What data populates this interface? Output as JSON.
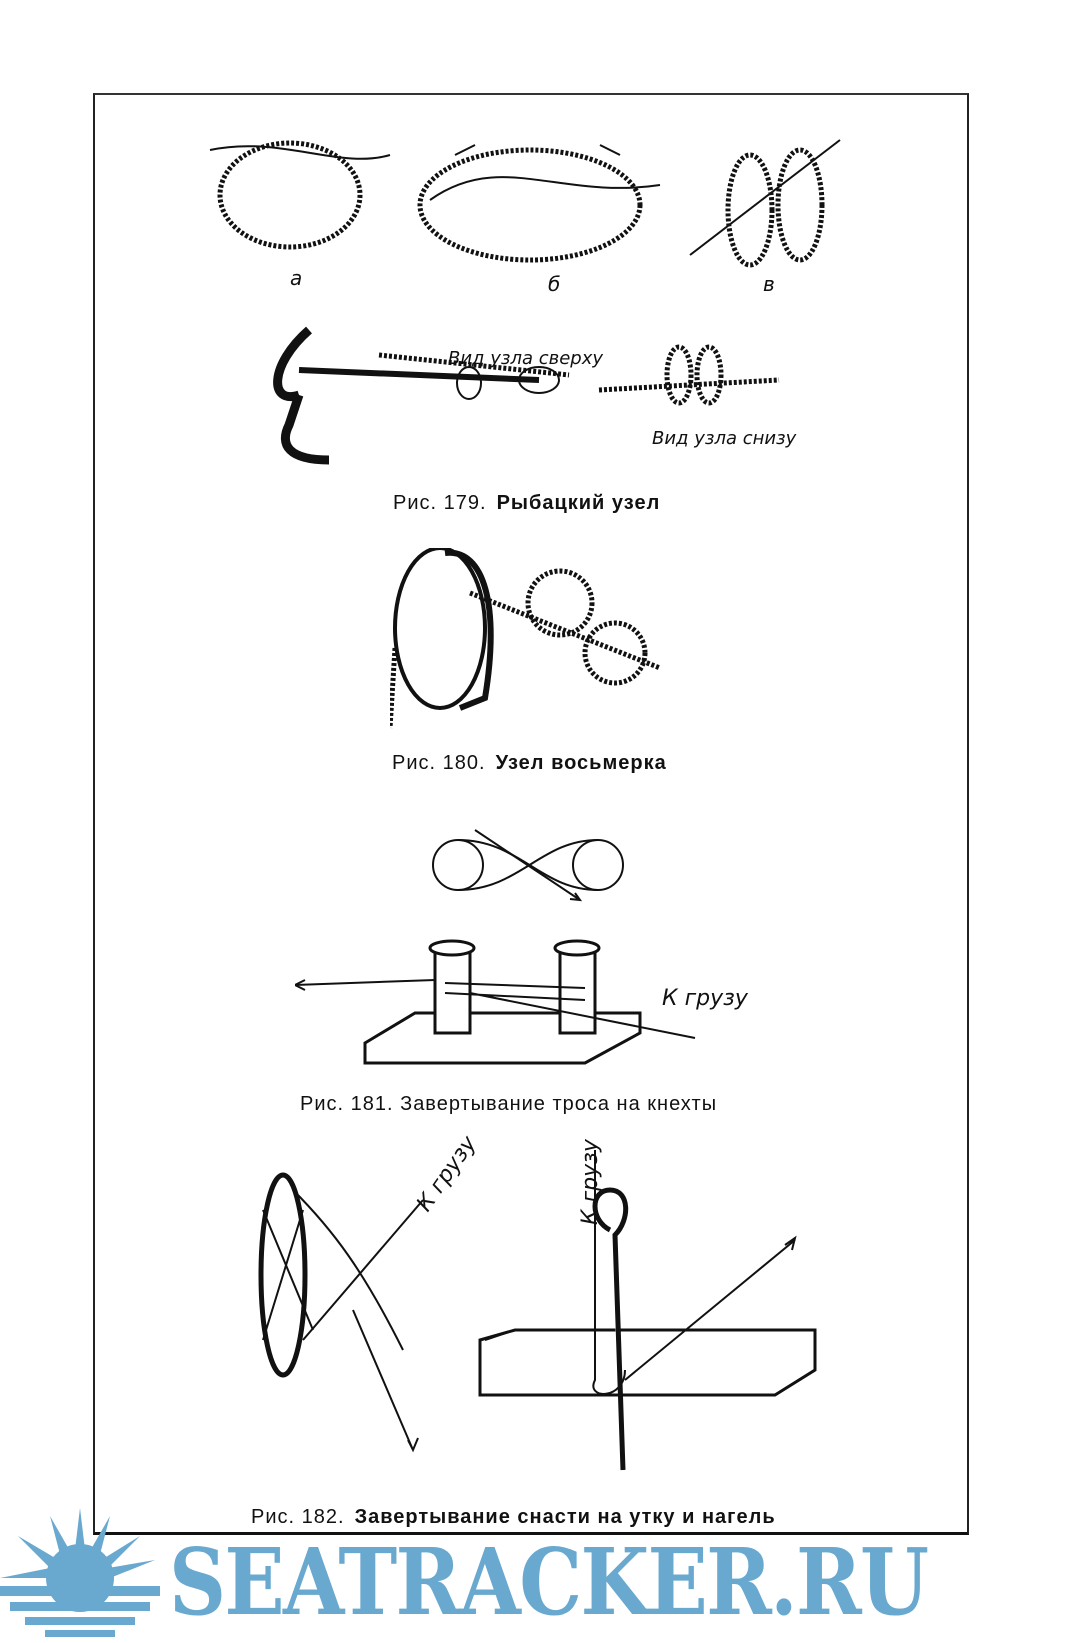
{
  "fig179": {
    "label_a": "а",
    "label_b": "б",
    "label_v": "в",
    "view_top": "Вид узла сверху",
    "view_bottom": "Вид узла снизу",
    "caption_num": "Рис. 179.",
    "caption_title": "Рыбацкий узел"
  },
  "fig180": {
    "caption_num": "Рис. 180.",
    "caption_title": "Узел восьмерка"
  },
  "fig181": {
    "to_load": "К грузу",
    "caption": "Рис. 181. Завертывание троса на кнехты"
  },
  "fig182": {
    "to_load_left": "К грузу",
    "to_load_right": "К грузу",
    "caption_num": "Рис. 182.",
    "caption_title": "Завертывание снасти на утку и нагель"
  },
  "watermark": {
    "text": "SEATRACKER.RU",
    "color": "#69a9cf"
  }
}
